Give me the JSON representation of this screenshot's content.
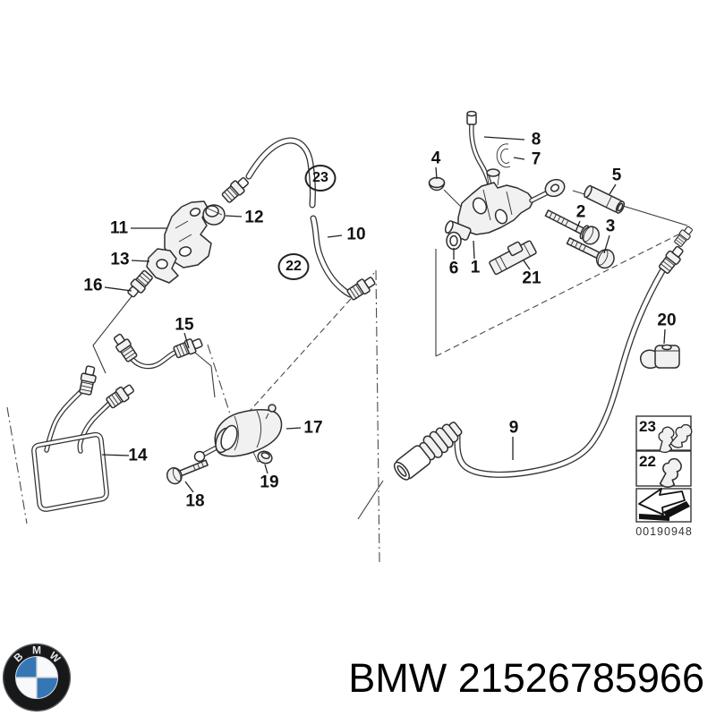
{
  "page": {
    "background": "#ffffff"
  },
  "colors": {
    "line": "#333333",
    "label": "#111111",
    "bmw_blue": "#3576b5",
    "roundel_dark": "#17181a",
    "legend_border": "#333333"
  },
  "diagram": {
    "labels": [
      {
        "text": "1"
      },
      {
        "text": "2"
      },
      {
        "text": "3"
      },
      {
        "text": "4"
      },
      {
        "text": "5"
      },
      {
        "text": "6"
      },
      {
        "text": "7"
      },
      {
        "text": "8"
      },
      {
        "text": "9"
      },
      {
        "text": "10"
      },
      {
        "text": "11"
      },
      {
        "text": "12"
      },
      {
        "text": "13"
      },
      {
        "text": "14"
      },
      {
        "text": "15"
      },
      {
        "text": "16"
      },
      {
        "text": "17"
      },
      {
        "text": "18"
      },
      {
        "text": "19"
      },
      {
        "text": "20"
      },
      {
        "text": "21"
      }
    ],
    "circled_labels": [
      {
        "text": "23"
      },
      {
        "text": "22"
      }
    ],
    "legend": {
      "rows": [
        {
          "label": "23",
          "icon": "double-clip-icon"
        },
        {
          "label": "22",
          "icon": "single-clip-icon"
        },
        {
          "label": "",
          "icon": "direction-arrow-icon"
        }
      ],
      "code": "00190948"
    }
  },
  "footer": {
    "logo_letters": "BMW",
    "catalog_text": "BMW 21526785966"
  }
}
